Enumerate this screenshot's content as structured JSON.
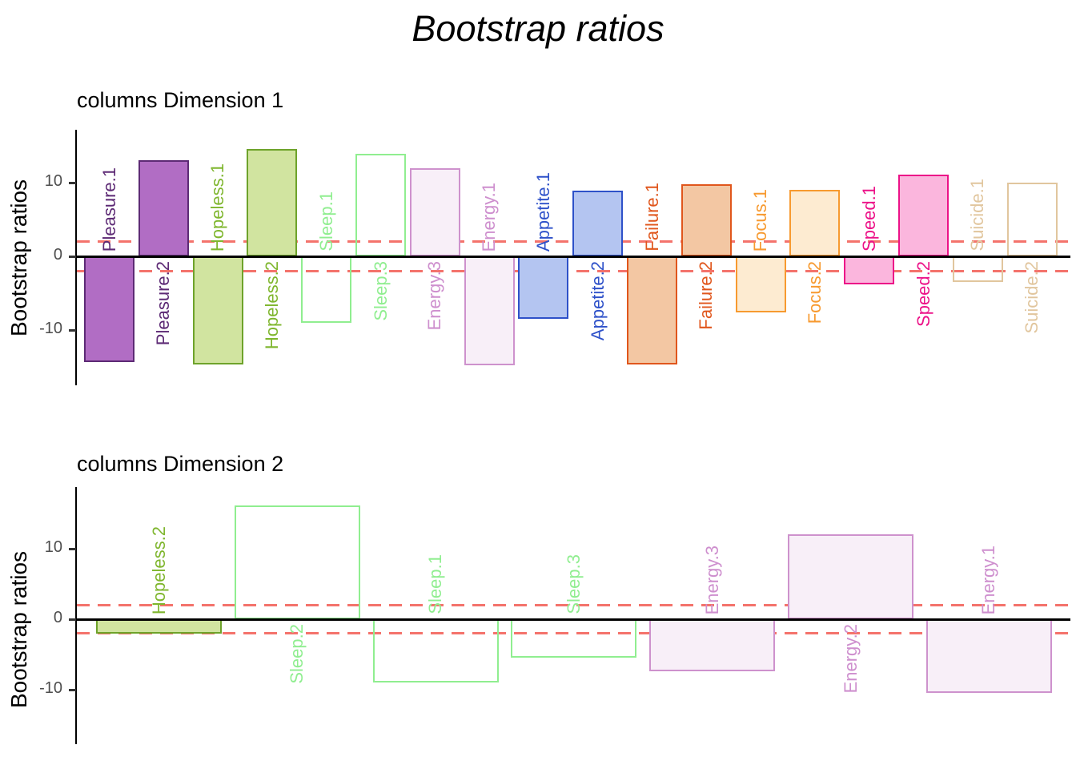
{
  "title": "Bootstrap ratios",
  "palette": {
    "pleasure": {
      "fill": "#B16DC4",
      "stroke": "#5D2A75",
      "label": "#5D2A75"
    },
    "hopeless": {
      "fill": "#D1E4A0",
      "stroke": "#6EA32B",
      "label": "#7FB62E"
    },
    "sleep": {
      "fill": "transparent",
      "stroke": "#90EE90",
      "label": "#90EE90"
    },
    "energy": {
      "fill": "#F8EFF8",
      "stroke": "#CE92CD",
      "label": "#CE8FCE"
    },
    "appetite": {
      "fill": "#B4C5F1",
      "stroke": "#2E51C9",
      "label": "#2E51C9"
    },
    "failure": {
      "fill": "#F3C7A3",
      "stroke": "#E0561C",
      "label": "#E0561C"
    },
    "focus": {
      "fill": "#FDEBD1",
      "stroke": "#F79A30",
      "label": "#F79A30"
    },
    "speed": {
      "fill": "#FBB6DD",
      "stroke": "#EC1288",
      "label": "#EC1288"
    },
    "suicide": {
      "fill": "transparent",
      "stroke": "#E1C69E",
      "label": "#E1C69E"
    }
  },
  "threshold_color": "#F4736C",
  "axis_color": "#000000",
  "tick_label_color": "#4d4d4d",
  "chart_data": [
    {
      "type": "bar",
      "title": "columns Dimension 1",
      "ylabel": "Bootstrap ratios",
      "yticks": [
        10,
        0,
        -10
      ],
      "ylim": [
        -17.5,
        17.2
      ],
      "threshold_lines": [
        2,
        -2
      ],
      "grid": false,
      "bars": [
        {
          "label": "Pleasure.1",
          "value": -14.3,
          "family": "pleasure"
        },
        {
          "label": "Pleasure.2",
          "value": 13.0,
          "family": "pleasure"
        },
        {
          "label": "Hopeless.1",
          "value": -14.7,
          "family": "hopeless"
        },
        {
          "label": "Hopeless.2",
          "value": 14.6,
          "family": "hopeless"
        },
        {
          "label": "Sleep.1",
          "value": -9.0,
          "family": "sleep"
        },
        {
          "label": "Sleep.3",
          "value": 13.9,
          "family": "sleep"
        },
        {
          "label": "Energy.3",
          "value": 12.0,
          "family": "energy"
        },
        {
          "label": "Energy.1",
          "value": -14.8,
          "family": "energy"
        },
        {
          "label": "Appetite.1",
          "value": -8.5,
          "family": "appetite"
        },
        {
          "label": "Appetite.2",
          "value": 8.9,
          "family": "appetite"
        },
        {
          "label": "Failure.1",
          "value": -14.7,
          "family": "failure"
        },
        {
          "label": "Failure.2",
          "value": 9.8,
          "family": "failure"
        },
        {
          "label": "Focus.1",
          "value": -7.6,
          "family": "focus"
        },
        {
          "label": "Focus.2",
          "value": 9.0,
          "family": "focus"
        },
        {
          "label": "Speed.1",
          "value": -3.8,
          "family": "speed"
        },
        {
          "label": "Speed.2",
          "value": 11.1,
          "family": "speed"
        },
        {
          "label": "Suicide.1",
          "value": -3.5,
          "family": "suicide"
        },
        {
          "label": "Suicide.2",
          "value": 10.0,
          "family": "suicide"
        }
      ]
    },
    {
      "type": "bar",
      "title": "columns Dimension 2",
      "ylabel": "Bootstrap ratios",
      "yticks": [
        10,
        0,
        -10
      ],
      "ylim": [
        -18.7,
        18.6
      ],
      "threshold_lines": [
        2,
        -2
      ],
      "grid": false,
      "bars": [
        {
          "label": "Hopeless.2",
          "value": -2.1,
          "family": "hopeless"
        },
        {
          "label": "Sleep.2",
          "value": 16.1,
          "family": "sleep"
        },
        {
          "label": "Sleep.1",
          "value": -9.0,
          "family": "sleep"
        },
        {
          "label": "Sleep.3",
          "value": -5.4,
          "family": "sleep"
        },
        {
          "label": "Energy.3",
          "value": -7.4,
          "family": "energy"
        },
        {
          "label": "Energy.2",
          "value": 12.0,
          "family": "energy"
        },
        {
          "label": "Energy.1",
          "value": -10.4,
          "family": "energy"
        }
      ]
    }
  ]
}
